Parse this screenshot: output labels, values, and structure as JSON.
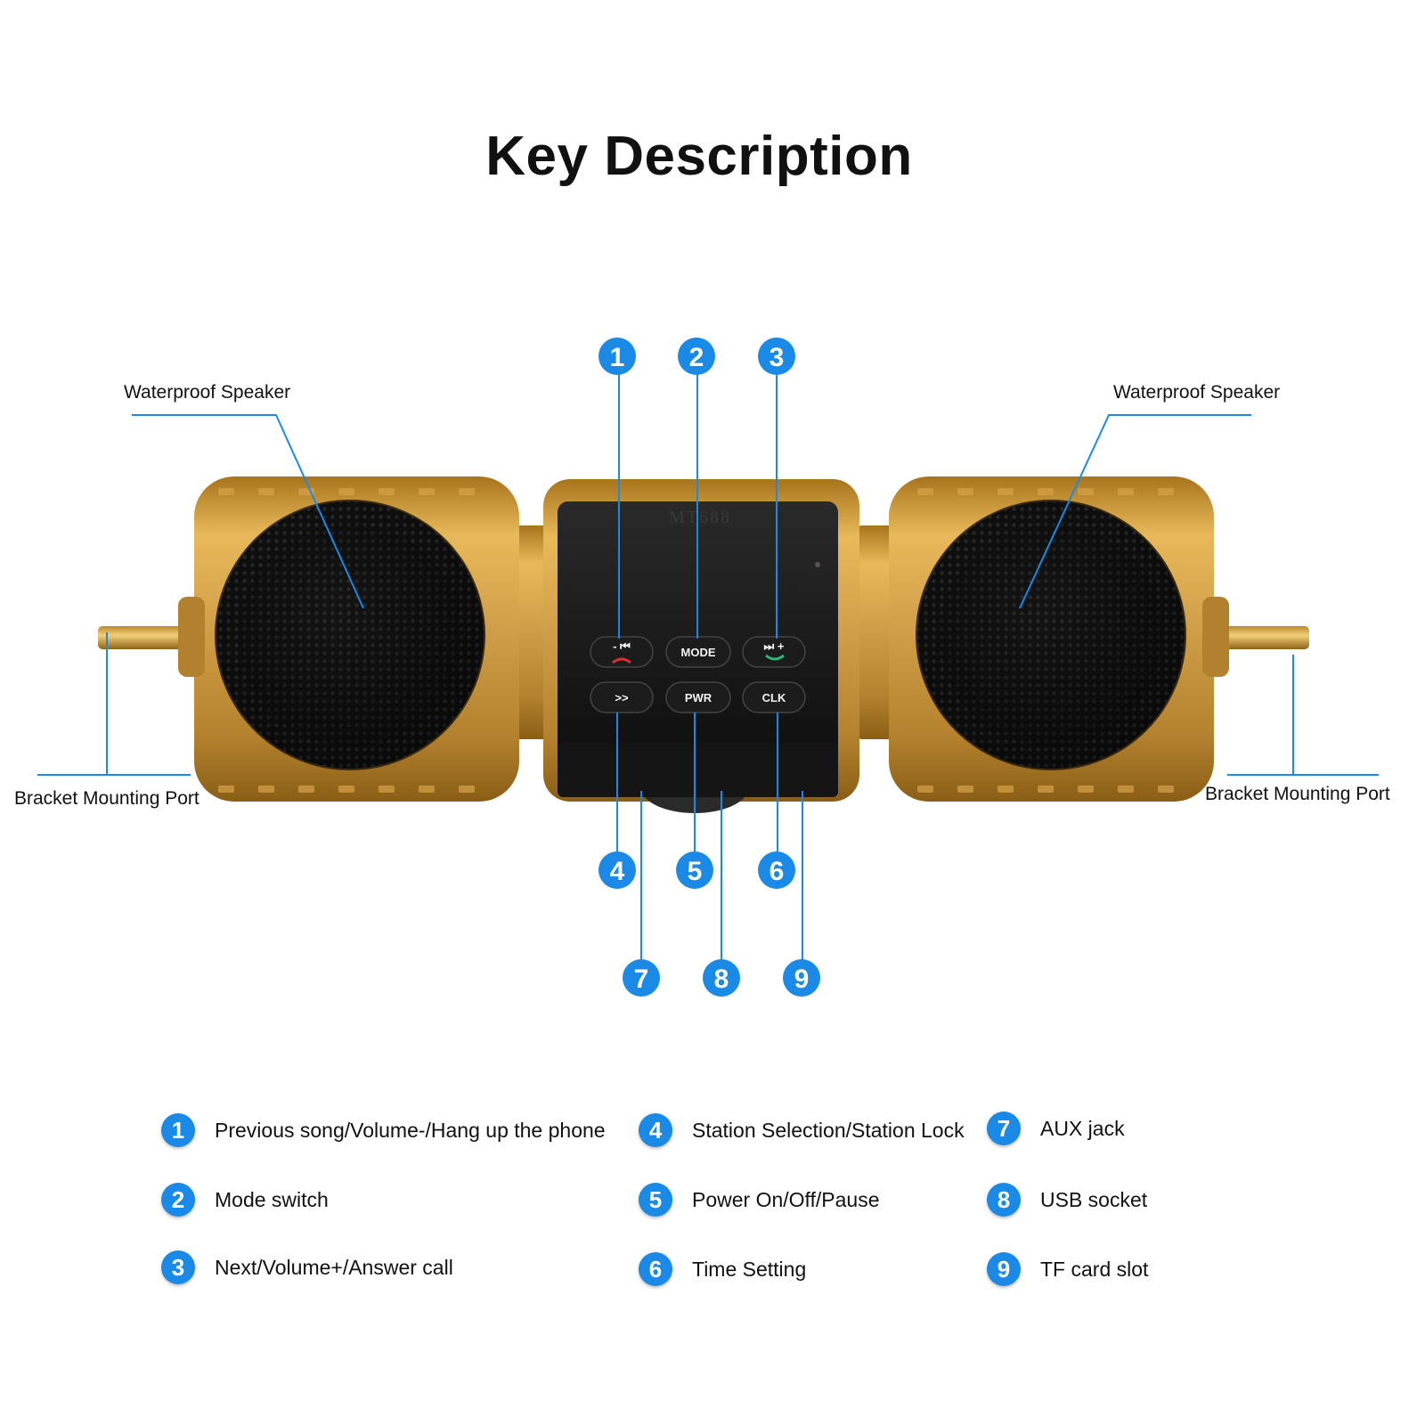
{
  "title": "Key Description",
  "device": {
    "screen_label": "MT688",
    "buttons": {
      "b1": "- ⏮",
      "b2": "MODE",
      "b3": "⏭ +",
      "b4": ">>",
      "b5": "PWR",
      "b6": "CLK"
    }
  },
  "callouts": {
    "speaker_left": "Waterproof Speaker",
    "speaker_right": "Waterproof Speaker",
    "bracket_left": "Bracket Mounting Port",
    "bracket_right": "Bracket Mounting Port"
  },
  "badges": [
    "1",
    "2",
    "3",
    "4",
    "5",
    "6",
    "7",
    "8",
    "9"
  ],
  "legend": [
    {
      "num": "1",
      "text": "Previous song/Volume-/Hang up the phone"
    },
    {
      "num": "2",
      "text": "Mode switch"
    },
    {
      "num": "3",
      "text": "Next/Volume+/Answer call"
    },
    {
      "num": "4",
      "text": "Station Selection/Station Lock"
    },
    {
      "num": "5",
      "text": "Power On/Off/Pause"
    },
    {
      "num": "6",
      "text": "Time Setting"
    },
    {
      "num": "7",
      "text": "AUX jack"
    },
    {
      "num": "8",
      "text": "USB socket"
    },
    {
      "num": "9",
      "text": "TF card slot"
    }
  ],
  "colors": {
    "accent_blue": "#1a8ae6",
    "gold": "#c9962e",
    "grille": "#1e1e1e"
  }
}
